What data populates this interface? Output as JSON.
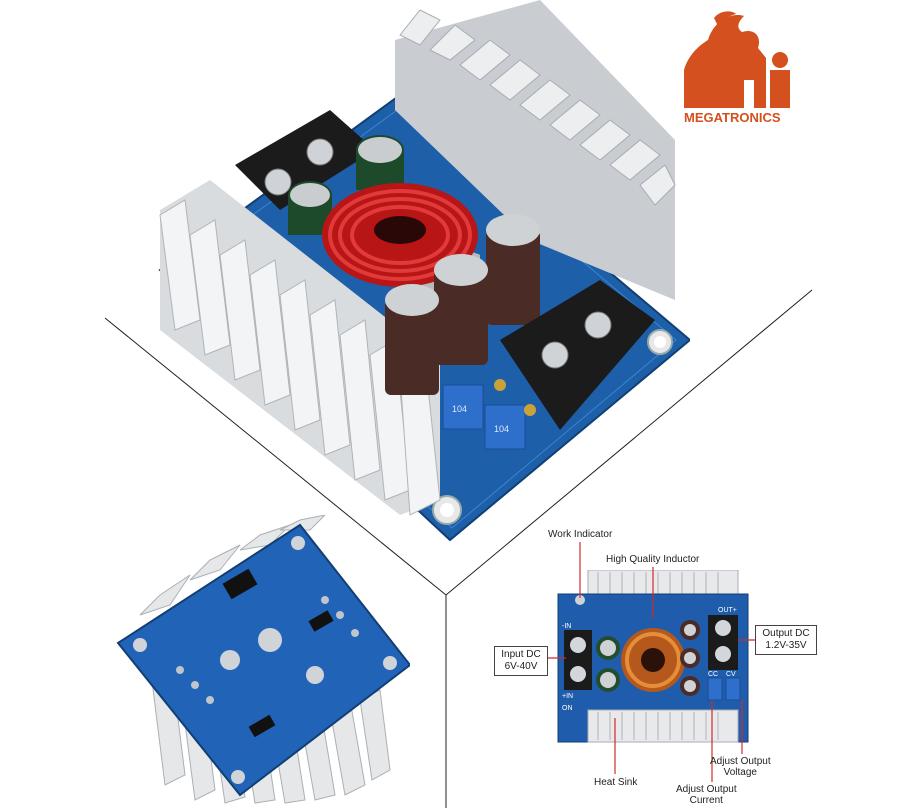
{
  "brand": {
    "name": "MEGATRONICS",
    "accent": "#d4501e"
  },
  "annotations": {
    "work_indicator": "Work Indicator",
    "inductor": "High Quality Inductor",
    "input_dc_line1": "Input DC",
    "input_dc_line2": "6V-40V",
    "output_dc_line1": "Output DC",
    "output_dc_line2": "1.2V-35V",
    "heat_sink": "Heat Sink",
    "adjust_current_line1": "Adjust Output",
    "adjust_current_line2": "Current",
    "adjust_voltage_line1": "Adjust Output",
    "adjust_voltage_line2": "Voltage"
  },
  "board_marks": {
    "in_minus": "-IN",
    "in_plus": "+IN",
    "out_plus": "OUT+",
    "cc": "CC",
    "cv": "CV",
    "on": "ON"
  },
  "pot_label": "104"
}
